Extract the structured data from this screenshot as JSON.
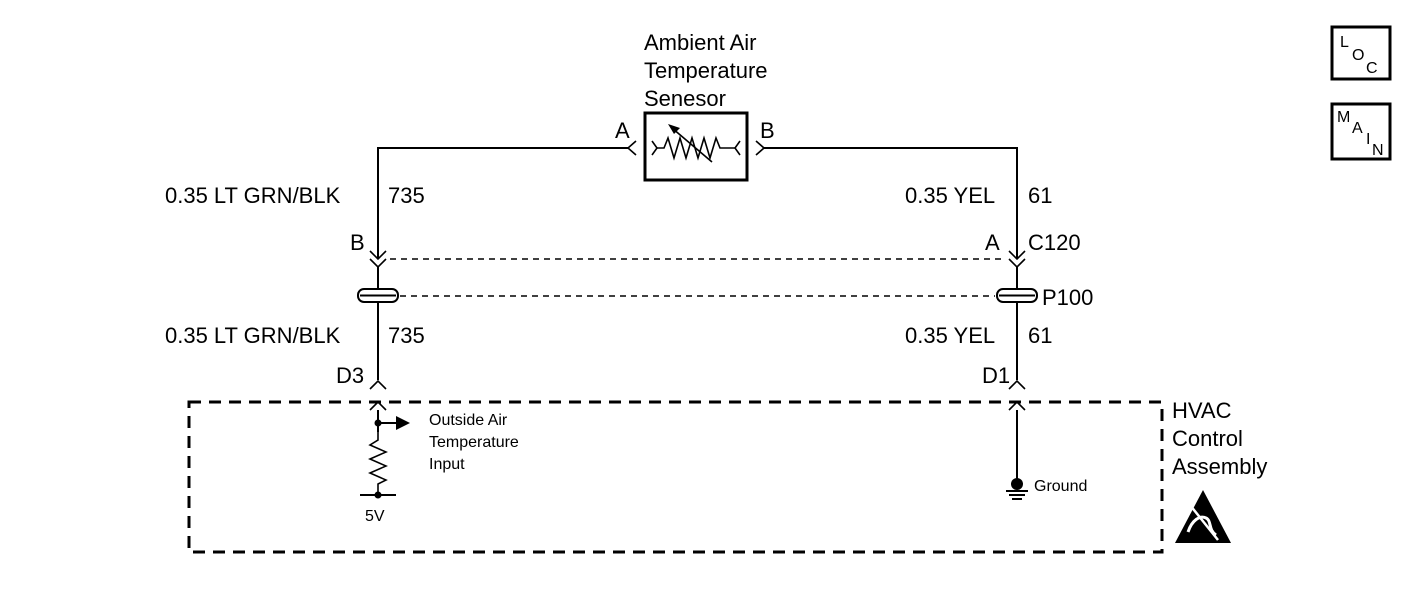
{
  "sensor": {
    "title_line1": "Ambient Air",
    "title_line2": "Temperature",
    "title_line3": "Senesor",
    "pin_a": "A",
    "pin_b": "B"
  },
  "wires": {
    "left_upper_gauge": "0.35 LT GRN/BLK",
    "left_upper_circuit": "735",
    "right_upper_gauge": "0.35 YEL",
    "right_upper_circuit": "61",
    "left_lower_gauge": "0.35 LT GRN/BLK",
    "left_lower_circuit": "735",
    "right_lower_gauge": "0.35 YEL",
    "right_lower_circuit": "61"
  },
  "connectors": {
    "c120_left_pin": "B",
    "c120_right_pin": "A",
    "c120_name": "C120",
    "p100_name": "P100",
    "hvac_left_pin": "D3",
    "hvac_right_pin": "D1"
  },
  "module": {
    "name_line1": "HVAC",
    "name_line2": "Control",
    "name_line3": "Assembly",
    "input_line1": "Outside Air",
    "input_line2": "Temperature",
    "input_line3": "Input",
    "reference_voltage": "5V",
    "ground_label": "Ground"
  },
  "nav_buttons": {
    "loc": [
      "L",
      "O",
      "C"
    ],
    "main": [
      "M",
      "A",
      "I",
      "N"
    ]
  }
}
